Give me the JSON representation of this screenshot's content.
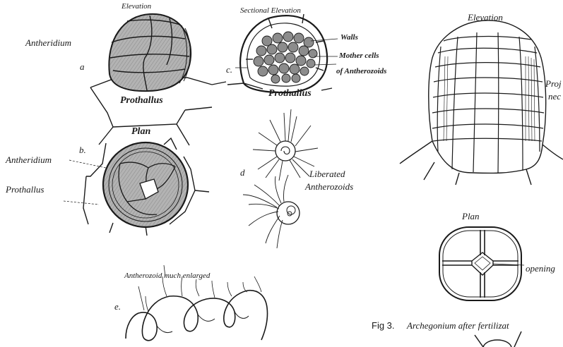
{
  "labels": {
    "elevation_a": "Elevation",
    "antheridium_a": "Antheridium",
    "letter_a": "a",
    "prothallus_a": "Prothallus",
    "sectional_elevation": "Sectional Elevation",
    "walls": "Walls",
    "mother_cells_1": "Mother cells",
    "mother_cells_2": "of Antherozoids",
    "letter_c": "c.",
    "prothallus_c": "Prothallus",
    "elevation_right": "Elevation",
    "proj_1": "Proj",
    "proj_2": "nec",
    "plan_b": "Plan",
    "letter_b": "b.",
    "antheridium_b": "Antheridium",
    "prothallus_b": "Prothallus",
    "letter_d": "d",
    "liberated_1": "Liberated",
    "liberated_2": "Antherozoids",
    "plan_right": "Plan",
    "opening": "opening",
    "antherozoid_enlarged": "Antherozoid much enlarged",
    "letter_e": "e.",
    "fig3_caption_prefix": "Fig 3.",
    "fig3_caption": "Archegonium after fertilizat"
  },
  "colors": {
    "ink": "#1a1a1a",
    "shade": "#a9a9a9",
    "shade_dark": "#7d7d7d",
    "paper": "#ffffff"
  }
}
